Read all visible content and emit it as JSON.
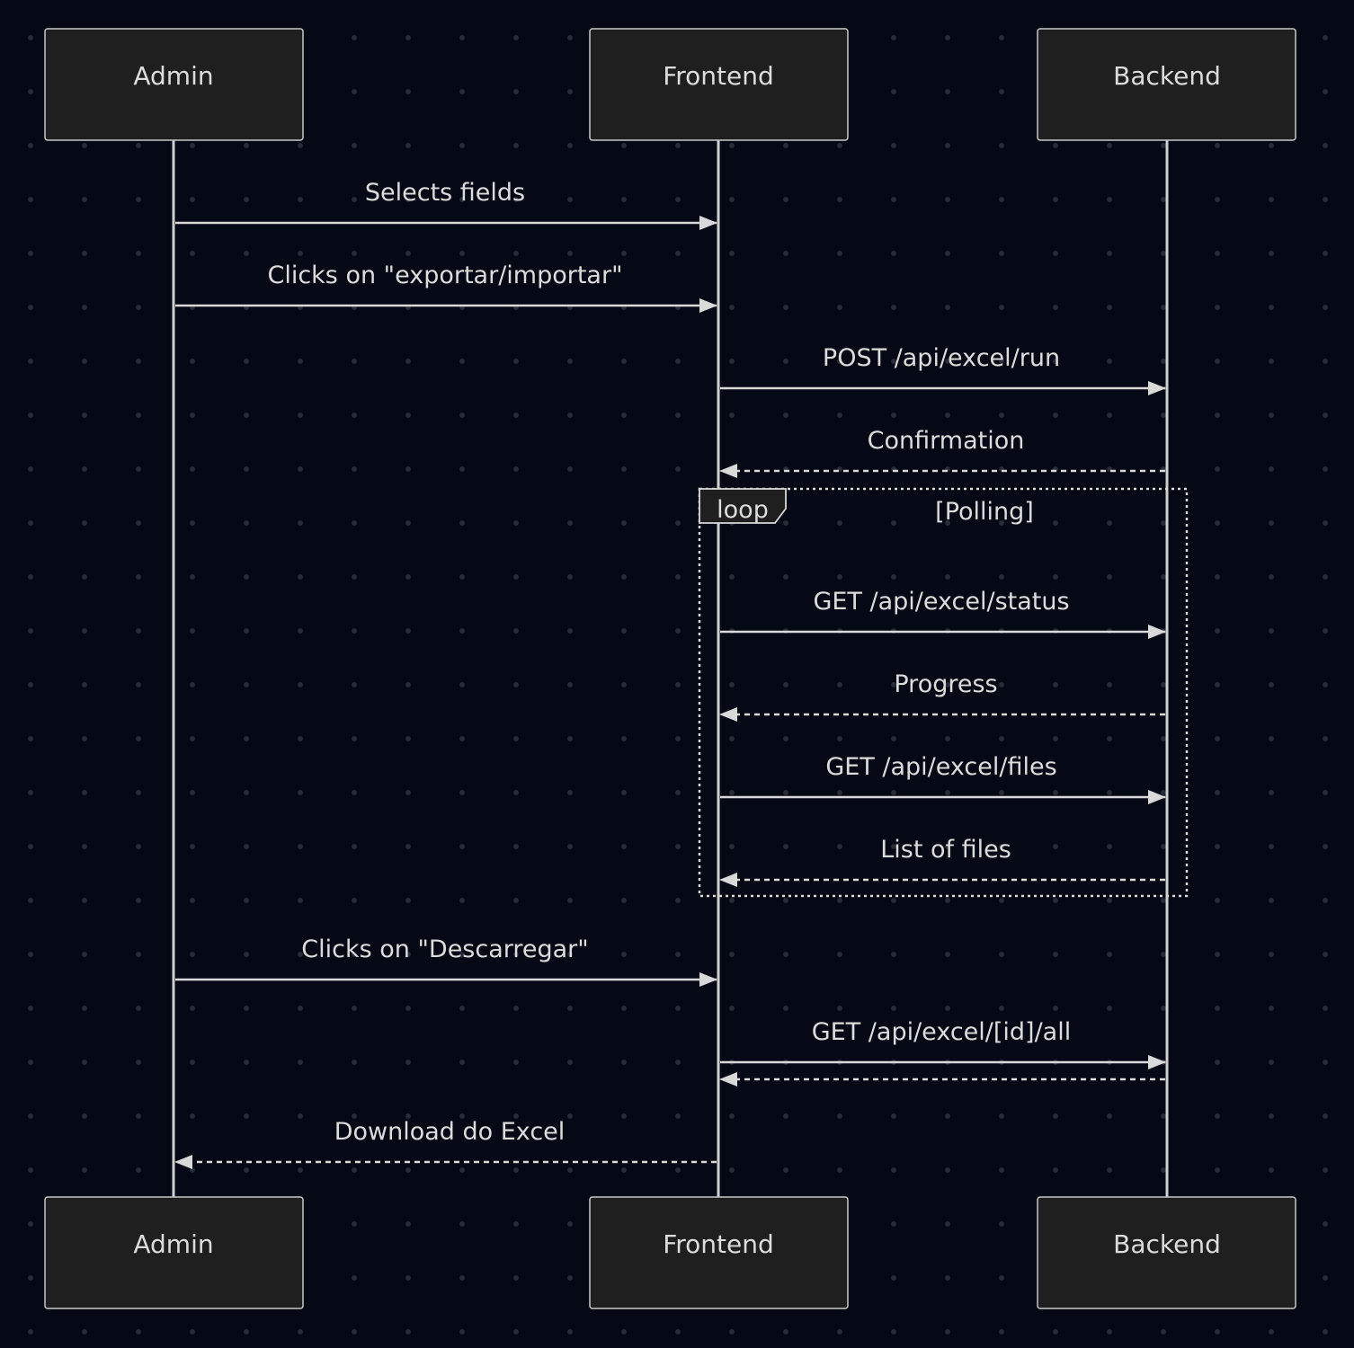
{
  "diagram": {
    "type": "sequence",
    "participants": [
      {
        "id": "admin",
        "label": "Admin"
      },
      {
        "id": "frontend",
        "label": "Frontend"
      },
      {
        "id": "backend",
        "label": "Backend"
      }
    ],
    "messages": [
      {
        "from": "admin",
        "to": "frontend",
        "label": "Selects fields",
        "style": "solid"
      },
      {
        "from": "admin",
        "to": "frontend",
        "label": "Clicks on \"exportar/importar\"",
        "style": "solid"
      },
      {
        "from": "frontend",
        "to": "backend",
        "label": "POST /api/excel/run",
        "style": "solid"
      },
      {
        "from": "backend",
        "to": "frontend",
        "label": "Confirmation",
        "style": "dashed"
      },
      {
        "from": "frontend",
        "to": "backend",
        "label": "GET /api/excel/status",
        "style": "solid"
      },
      {
        "from": "backend",
        "to": "frontend",
        "label": "Progress",
        "style": "dashed"
      },
      {
        "from": "frontend",
        "to": "backend",
        "label": "GET /api/excel/files",
        "style": "solid"
      },
      {
        "from": "backend",
        "to": "frontend",
        "label": "List of files",
        "style": "dashed"
      },
      {
        "from": "admin",
        "to": "frontend",
        "label": "Clicks on \"Descarregar\"",
        "style": "solid"
      },
      {
        "from": "frontend",
        "to": "backend",
        "label": "GET /api/excel/[id]/all",
        "style": "solid"
      },
      {
        "from": "backend",
        "to": "frontend",
        "label": "",
        "style": "dashed"
      },
      {
        "from": "frontend",
        "to": "admin",
        "label": "Download do Excel",
        "style": "dashed"
      }
    ],
    "loop": {
      "keyword": "loop",
      "condition": "[Polling]",
      "first_message": 4,
      "last_message": 7
    }
  }
}
